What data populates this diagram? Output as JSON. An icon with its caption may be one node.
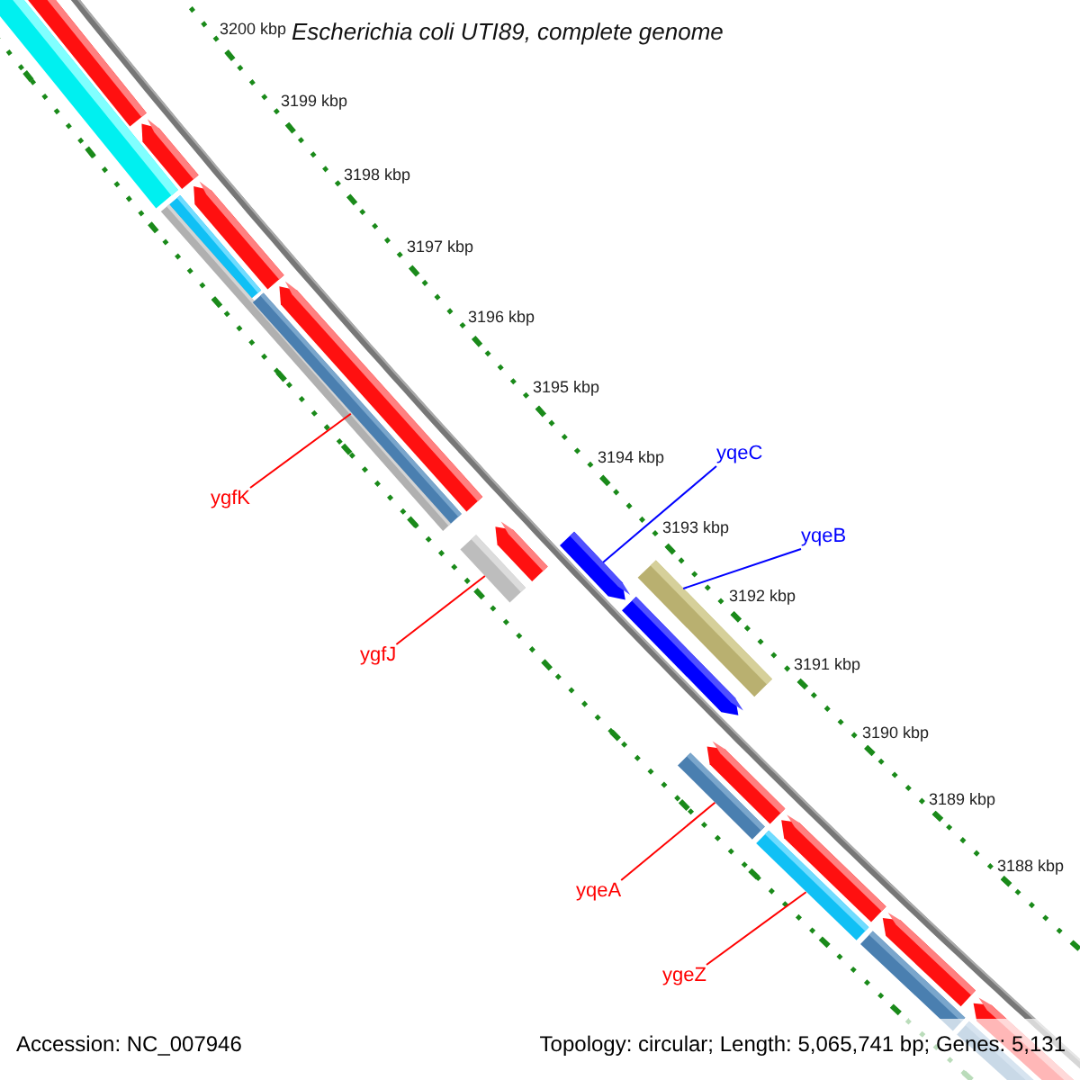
{
  "diagram": {
    "title": "Escherichia coli UTI89, complete genome",
    "nodes": [
      {
        "text": [
          "ygfK"
        ]
      },
      {
        "text": [
          "ygfJ"
        ]
      },
      {
        "text": [
          "yqeC"
        ]
      },
      {
        "text": [
          "yqeB"
        ]
      },
      {
        "text": [
          "yqeA"
        ]
      },
      {
        "text": [
          "ygeZ"
        ]
      },
      {
        "text": [],
        "shape": "bar"
      },
      {
        "text": [],
        "shape": "bar"
      },
      {
        "text": [],
        "shape": "arrow"
      },
      {
        "text": [],
        "shape": "bar"
      },
      {
        "text": [],
        "shape": "bar"
      },
      {
        "text": [],
        "shape": "bar"
      }
    ],
    "edges": [
      {
        "from": 0,
        "to": 6,
        "arrow": "none"
      },
      {
        "from": 1,
        "to": 7,
        "arrow": "none"
      },
      {
        "from": 2,
        "to": 8,
        "arrow": "none",
        "color": "#0000ff"
      },
      {
        "from": 3,
        "to": 9,
        "arrow": "none",
        "color": "#0000ff"
      },
      {
        "from": 4,
        "to": 10,
        "arrow": "none"
      },
      {
        "from": 5,
        "to": 11,
        "arrow": "none"
      }
    ],
    "labels": [
      "3200 kbp",
      "3199 kbp",
      "3198 kbp",
      "3197 kbp",
      "3196 kbp",
      "3195 kbp",
      "3194 kbp",
      "3193 kbp",
      "3192 kbp",
      "3191 kbp",
      "3190 kbp",
      "3189 kbp",
      "3188 kbp",
      "Accession: NC_007946",
      "Topology: circular; Length: 5,065,741 bp; Genes: 5,131"
    ]
  }
}
